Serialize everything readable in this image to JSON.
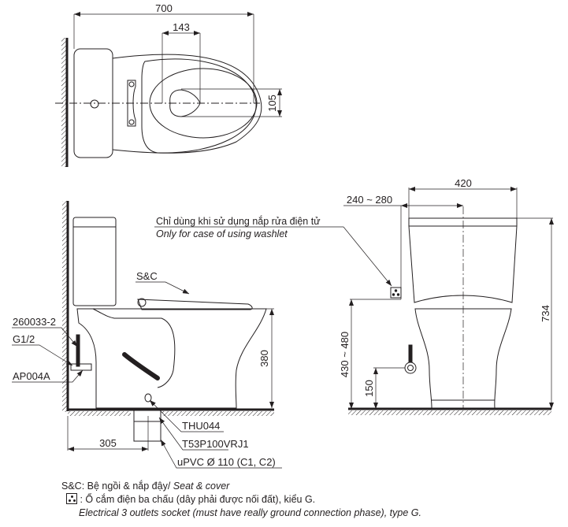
{
  "top_view": {
    "dim_overall_length": "700",
    "dim_outlet_offset": "143",
    "dim_outlet_width": "105"
  },
  "side_view": {
    "label_seat_cover": "S&C",
    "label_flex_hose": "260033-2",
    "label_thread": "G1/2",
    "label_stop_valve": "AP004A",
    "label_flange": "THU044",
    "label_adapter": "T53P100VRJ1",
    "label_pipe": "uPVC Ø 110 (C1, C2)",
    "dim_rough_in": "305",
    "dim_seat_height": "380"
  },
  "washlet_note": {
    "vi": "Chỉ dùng khi sử dụng nắp rửa điện tử",
    "en": "Only for case of using washlet"
  },
  "front_view": {
    "dim_width": "420",
    "dim_socket_offset": "240 ~ 280",
    "dim_total_height": "734",
    "dim_socket_height": "430 ~ 480",
    "dim_supply_height": "150"
  },
  "legend": {
    "sc_key": "S&C:",
    "sc_vi": " Bệ ngồi & nắp đậy/ ",
    "sc_en": "Seat & cover",
    "socket_vi": " : Ổ cắm điện ba chấu (dây phải được nối đất), kiểu G.",
    "socket_en": "Electrical 3 outlets socket (must have really ground connection phase), type G."
  },
  "colors": {
    "line": "#231f20",
    "background": "#ffffff"
  }
}
